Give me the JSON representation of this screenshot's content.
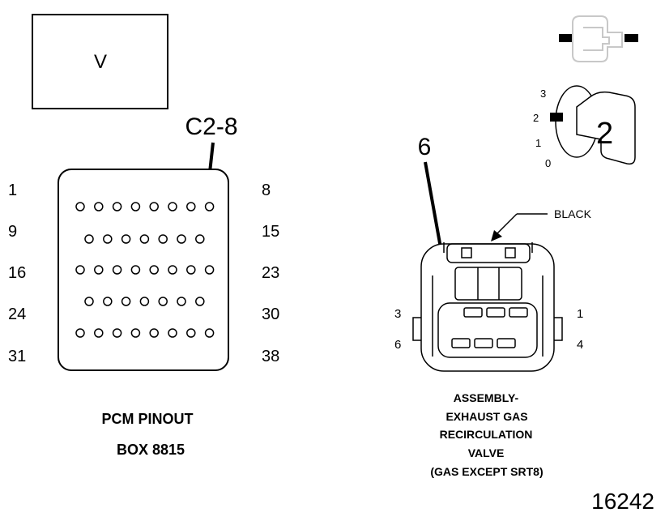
{
  "box_letter": "V",
  "pcm": {
    "callout": "C2-8",
    "left_labels": [
      "1",
      "9",
      "16",
      "24",
      "31"
    ],
    "right_labels": [
      "8",
      "15",
      "23",
      "30",
      "38"
    ],
    "row_pin_counts": [
      8,
      7,
      8,
      7,
      8
    ],
    "highlighted_pin": 8,
    "caption_line1": "PCM PINOUT",
    "caption_line2": "BOX 8815"
  },
  "egr": {
    "callout": "6",
    "color_label": "BLACK",
    "pin_labels": {
      "top_left": "3",
      "top_right": "1",
      "bottom_left": "6",
      "bottom_right": "4"
    },
    "caption_lines": [
      "ASSEMBLY-",
      "EXHAUST GAS",
      "RECIRCULATION",
      "VALVE",
      "(GAS EXCEPT SRT8)"
    ]
  },
  "key": {
    "positions": [
      "3",
      "2",
      "1",
      "0"
    ],
    "selected_position": "2",
    "big_number": "2"
  },
  "figure_number": "16242"
}
